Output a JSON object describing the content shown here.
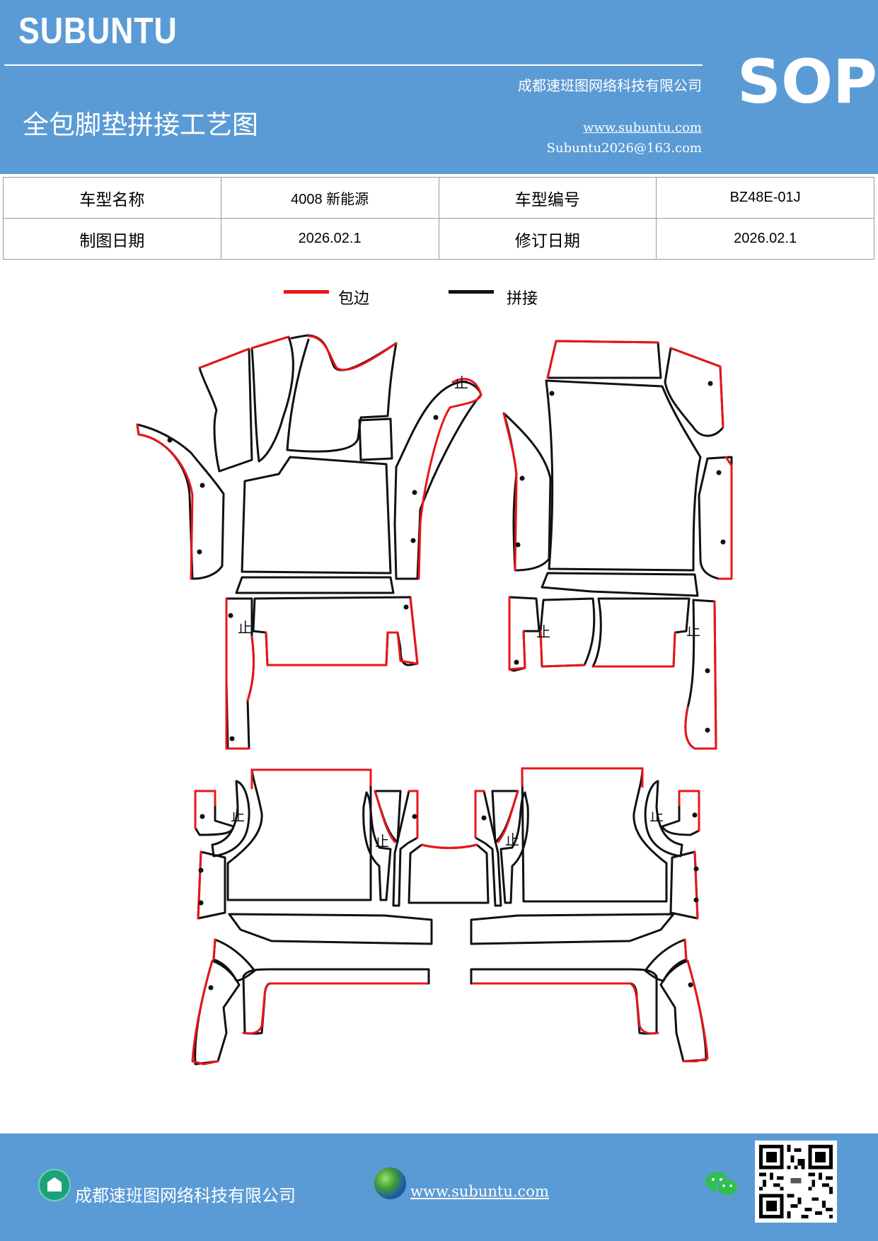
{
  "header": {
    "logo": "SUBUNTU",
    "badge": "SOP",
    "company": "成都速班图网络科技有限公司",
    "title": "全包脚垫拼接工艺图",
    "website": "www.subuntu.com",
    "email": "Subuntu2026@163.com"
  },
  "info_table": {
    "model_name_label": "车型名称",
    "model_name_value": "4008 新能源",
    "model_code_label": "车型编号",
    "model_code_value": "BZ48E-01J",
    "draw_date_label": "制图日期",
    "draw_date_value": "2026.02.1",
    "revise_date_label": "修订日期",
    "revise_date_value": "2026.02.1"
  },
  "legend": [
    {
      "label": "包边",
      "color": "#e8161b"
    },
    {
      "label": "拼接",
      "color": "#111111"
    }
  ],
  "drawing": {
    "stop_mark": "止"
  },
  "footer": {
    "company": "成都速班图网络科技有限公司",
    "website": "www.subuntu.com",
    "icons": [
      "home-icon",
      "globe-icon",
      "wechat-icon",
      "qr-code"
    ]
  },
  "colors": {
    "header_bg": "#5b9bd5",
    "edge_binding": "#e8161b",
    "seam": "#111111"
  }
}
